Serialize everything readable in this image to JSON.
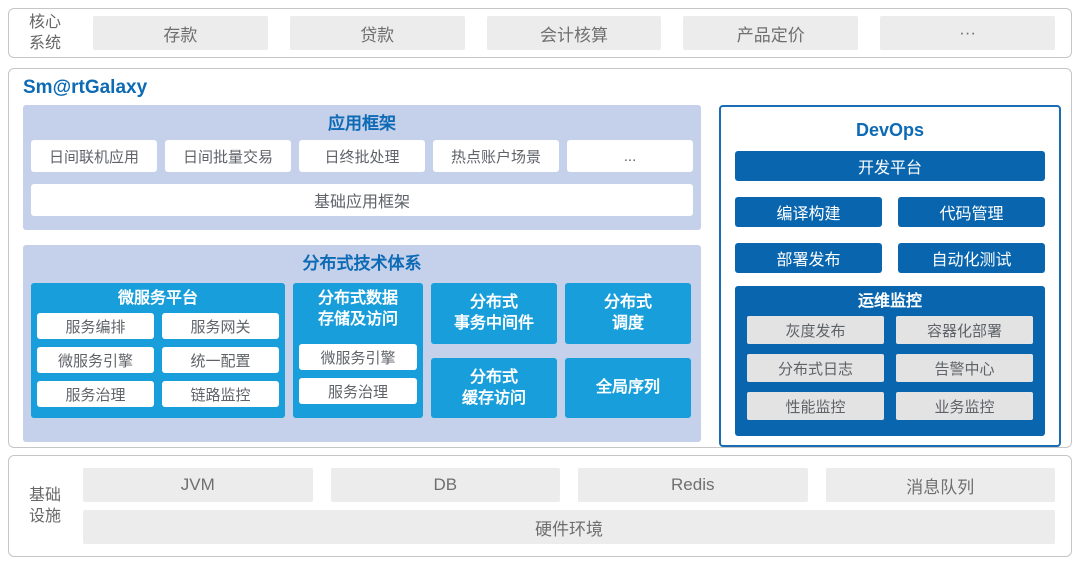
{
  "colors": {
    "accent_blue": "#0d6ab5",
    "cyan": "#189fdb",
    "dark_blue": "#0966ae",
    "lavender": "#c5d0ea",
    "gray_box": "#ececec"
  },
  "core_systems": {
    "label_line1": "核心",
    "label_line2": "系统",
    "items": [
      "存款",
      "贷款",
      "会计核算",
      "产品定价",
      "···"
    ]
  },
  "platform": {
    "title": "Sm@rtGalaxy",
    "app_framework": {
      "title": "应用框架",
      "items": [
        "日间联机应用",
        "日间批量交易",
        "日终批处理",
        "热点账户场景",
        "..."
      ],
      "base": "基础应用框架"
    },
    "distributed": {
      "title": "分布式技术体系",
      "microservice": {
        "title": "微服务平台",
        "items": [
          "服务编排",
          "服务网关",
          "微服务引擎",
          "统一配置",
          "服务治理",
          "链路监控"
        ]
      },
      "storage": {
        "title": "分布式数据\n存储及访问",
        "items": [
          "微服务引擎",
          "服务治理"
        ]
      },
      "blocks": {
        "transaction": "分布式\n事务中间件",
        "scheduling": "分布式\n调度",
        "cache": "分布式\n缓存访问",
        "sequence": "全局序列"
      }
    },
    "devops": {
      "title": "DevOps",
      "dev_platform": "开发平台",
      "tools": [
        "编译构建",
        "代码管理",
        "部署发布",
        "自动化测试"
      ],
      "monitoring": {
        "title": "运维监控",
        "items": [
          "灰度发布",
          "容器化部署",
          "分布式日志",
          "告警中心",
          "性能监控",
          "业务监控"
        ]
      }
    }
  },
  "infrastructure": {
    "label_line1": "基础",
    "label_line2": "设施",
    "items": [
      "JVM",
      "DB",
      "Redis",
      "消息队列"
    ],
    "hardware": "硬件环境"
  }
}
